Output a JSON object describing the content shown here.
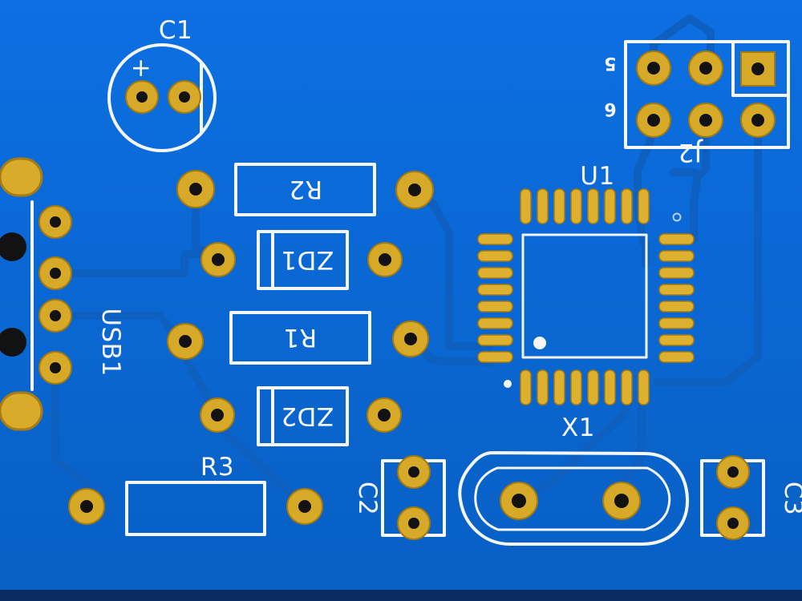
{
  "board": {
    "colors": {
      "board": "#0b67d8",
      "board_dark": "#084a9f",
      "copper": "#d7a928",
      "silkscreen": "#f4f6f8"
    },
    "labels": {
      "c1": "C1",
      "r2": "R2",
      "zd1": "ZD1",
      "r1": "R1",
      "zd2": "ZD2",
      "r3": "R3",
      "c2": "C2",
      "x1": "X1",
      "c3": "C3",
      "u1": "U1",
      "j2": "J2",
      "usb1": "USB1",
      "j2_pin5": "5",
      "j2_pin6": "6",
      "c1_polarity": "+"
    }
  }
}
